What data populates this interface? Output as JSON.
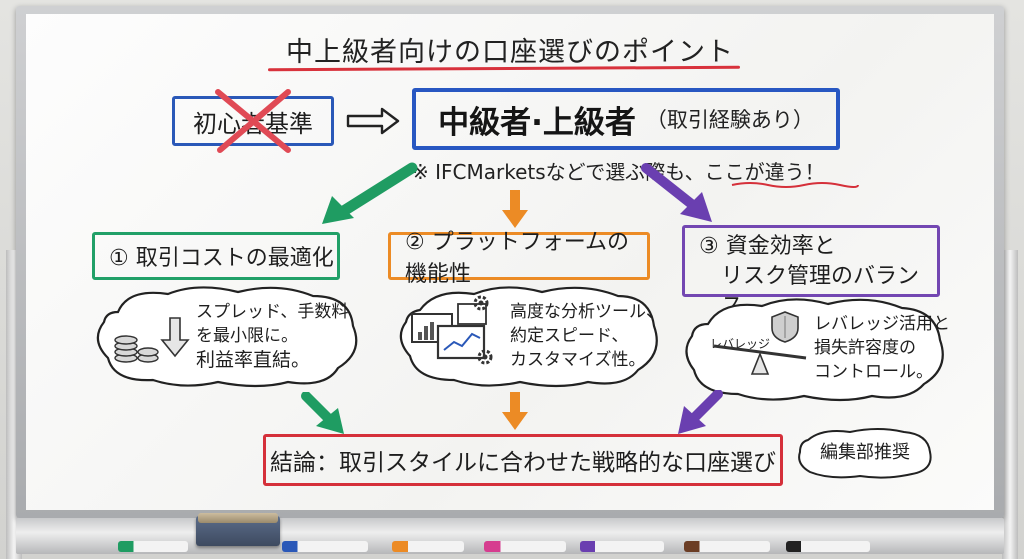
{
  "title": "中上級者向けの口座選びのポイント",
  "beginner_label": "初心者基準",
  "advanced": {
    "main": "中級者·上級者",
    "sub": "（取引経験あり）"
  },
  "note": "※ IFCMarketsなどで選ぶ際も、ここが違う！",
  "categories": [
    {
      "label": "① 取引コストの最適化",
      "color": "#21a068",
      "text": [
        "スプレッド、手数料",
        "を最小限に。",
        "利益率直結。"
      ]
    },
    {
      "label": "② プラットフォームの機能性",
      "color": "#ec8b25",
      "text": [
        "高度な分析ツール、",
        "約定スピード、",
        "カスタマイズ性。"
      ]
    },
    {
      "label_lines": [
        "③ 資金効率と",
        "リスク管理のバランス"
      ],
      "color": "#7347b2",
      "icon_label": "レバレッジ",
      "text": [
        "レバレッジ活用と",
        "損失許容度の",
        "コントロール。"
      ]
    }
  ],
  "conclusion": "結論：取引スタイルに合わせた戦略的な口座選び",
  "editorial": "編集部推奨",
  "icons": [
    "coin-stack-icon",
    "down-arrow-icon",
    "monitor-chart-icon",
    "gear-icon",
    "shield-icon",
    "seesaw-icon",
    "cross-out-icon"
  ],
  "colors": {
    "blue": "#2a58b8",
    "green": "#21a068",
    "orange": "#ec8b25",
    "purple": "#7347b2",
    "red": "#d5303a"
  }
}
